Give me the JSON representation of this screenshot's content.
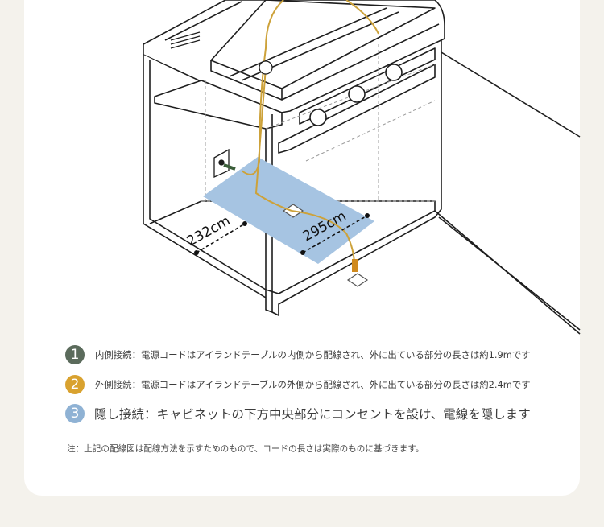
{
  "colors": {
    "page_background": "#f4f2ec",
    "card": "#ffffff",
    "badge_1": "#5b6b5c",
    "badge_2": "#d9a22f",
    "badge_3": "#8fb2d4",
    "floor_area": "#a6c4e2",
    "cord_yellow": "#cda23a"
  },
  "diagram": {
    "dimension_depth": "232cm",
    "dimension_width": "295cm"
  },
  "legend": [
    {
      "number": "1",
      "icon": "number-badge-1",
      "text": "内側接続：電源コードはアイランドテーブルの内側から配線され、外に出ている部分の長さは約1.9mです"
    },
    {
      "number": "2",
      "icon": "number-badge-2",
      "text": "外側接続：電源コードはアイランドテーブルの外側から配線され、外に出ている部分の長さは約2.4mです"
    },
    {
      "number": "3",
      "icon": "number-badge-3",
      "text": "隠し接続：キャビネットの下方中央部分にコンセントを設け、電線を隠します"
    }
  ],
  "note": "注：上記の配線図は配線方法を示すためのもので、コードの長さは実際のものに基づきます。"
}
